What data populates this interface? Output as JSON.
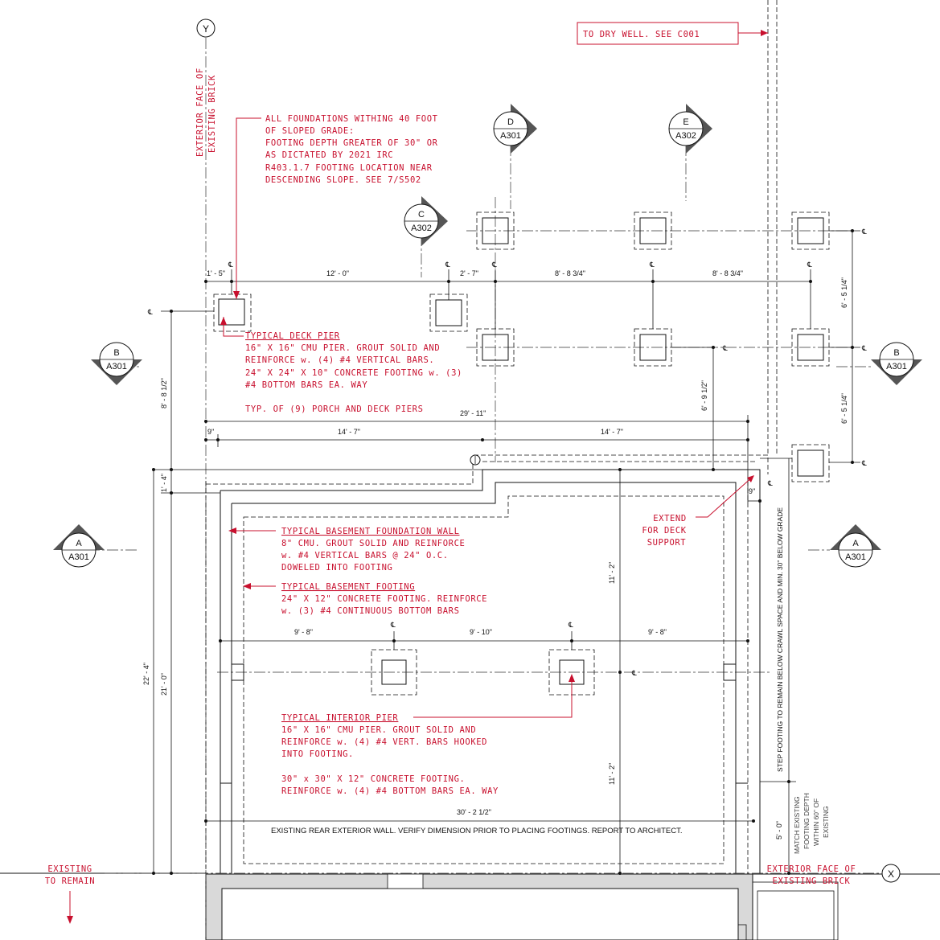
{
  "colors": {
    "annotation": "#c8102e",
    "linework": "#111111",
    "existing_fill": "#d9d9d9"
  },
  "grid": {
    "y": "Y",
    "x": "X",
    "cl": "℄"
  },
  "top_callout": "TO DRY WELL. SEE C001",
  "existing_brick_top": [
    "EXTERIOR FACE OF",
    "EXISTING BRICK"
  ],
  "slope_note": [
    "ALL FOUNDATIONS WITHING 40 FOOT",
    "OF SLOPED GRADE:",
    "FOOTING DEPTH GREATER OF 30\" OR",
    "AS DICTATED BY 2021 IRC",
    "R403.1.7 FOOTING LOCATION NEAR",
    "DESCENDING SLOPE. SEE 7/S502"
  ],
  "sections": {
    "d": {
      "letter": "D",
      "sheet": "A301"
    },
    "e": {
      "letter": "E",
      "sheet": "A302"
    },
    "c": {
      "letter": "C",
      "sheet": "A302"
    },
    "b": {
      "letter": "B",
      "sheet": "A301"
    },
    "a": {
      "letter": "A",
      "sheet": "A301"
    }
  },
  "deck_pier_note": {
    "title": "TYPICAL DECK PIER",
    "lines": [
      "16\" X 16\" CMU PIER. GROUT SOLID AND",
      "REINFORCE w. (4) #4 VERTICAL BARS.",
      "24\" X 24\" X 10\" CONCRETE FOOTING w. (3)",
      "#4 BOTTOM BARS EA. WAY"
    ],
    "footer": "TYP. OF (9) PORCH AND DECK PIERS"
  },
  "foundation_wall_note": {
    "title": "TYPICAL BASEMENT FOUNDATION WALL",
    "lines": [
      "8\" CMU. GROUT SOLID AND REINFORCE",
      "w. #4 VERTICAL BARS @ 24\" O.C.",
      "DOWELED INTO FOOTING"
    ]
  },
  "footing_note": {
    "title": "TYPICAL BASEMENT FOOTING",
    "lines": [
      "24\" X 12\" CONCRETE FOOTING. REINFORCE",
      "w. (3) #4 CONTINUOUS BOTTOM BARS"
    ]
  },
  "interior_pier_note": {
    "title": "TYPICAL INTERIOR PIER",
    "lines": [
      "16\" X 16\" CMU PIER. GROUT SOLID AND",
      "REINFORCE  w. (4) #4 VERT. BARS HOOKED",
      "INTO FOOTING.",
      "",
      "30\" x 30\" X 12\" CONCRETE FOOTING.",
      "REINFORCE w. (4) #4 BOTTOM BARS EA. WAY"
    ]
  },
  "extend_note": [
    "EXTEND",
    "FOR DECK",
    "SUPPORT"
  ],
  "step_note": "STEP FOOTING TO REMAIN BELOW CRAWL SPACE AND MIN. 30\" BELOW GRADE",
  "match_note": [
    "MATCH EXISTING",
    "FOOTING DEPTH",
    "WITHIN 60\" OF",
    "EXISTING"
  ],
  "existing_to_remain": [
    "EXISTING",
    "TO REMAIN"
  ],
  "existing_brick_bottom": [
    "EXTERIOR FACE OF",
    "EXISTING BRICK"
  ],
  "rear_wall_note": "EXISTING REAR EXTERIOR WALL. VERIFY DIMENSION PRIOR TO PLACING FOOTINGS. REPORT TO ARCHITECT.",
  "dims": {
    "top_1_5": "1' - 5\"",
    "top_12_0": "12' - 0\"",
    "top_2_7": "2' - 7\"",
    "top_8_8a": "8' - 8 3/4\"",
    "top_8_8b": "8' - 8 3/4\"",
    "right_6_5a": "6' - 5 1/4\"",
    "right_6_5b": "6' - 5 1/4\"",
    "left_8_8": "8' - 8 1/2\"",
    "mid_6_9": "6' - 9 1/2\"",
    "overall_29_11": "29' - 11\"",
    "d_9": "9\"",
    "d_14_7a": "14' - 7\"",
    "d_14_7b": "14' - 7\"",
    "d_1_4": "1' - 4\"",
    "d_9b": "9\"",
    "d_22_4": "22' - 4\"",
    "d_21_0": "21' - 0\"",
    "d_11_2a": "11' - 2\"",
    "d_11_2b": "11' - 2\"",
    "d_9_8a": "9' - 8\"",
    "d_9_10": "9' - 10\"",
    "d_9_8b": "9' - 8\"",
    "d_30_2": "30' - 2 1/2\"",
    "d_5_0": "5' - 0\""
  }
}
